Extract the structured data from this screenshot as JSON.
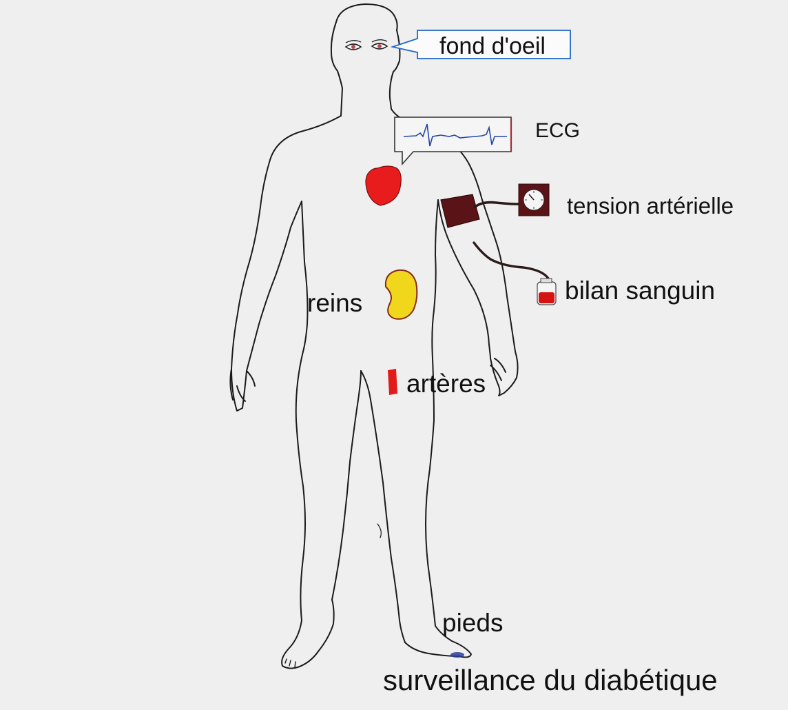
{
  "labels": {
    "eye_exam": "fond d'oeil",
    "ecg": "ECG",
    "blood_pressure": "tension artérielle",
    "blood_test": "bilan sanguin",
    "kidneys": "reins",
    "arteries": "artères",
    "feet": "pieds"
  },
  "title": "surveillance du diabétique",
  "colors": {
    "background": "#efefef",
    "outline": "#1a1a1a",
    "heart": "#e81c1c",
    "kidney": "#f1d71c",
    "artery": "#e21a1a",
    "cuff": "#5a1418",
    "eye_callout": "#1f66c9",
    "ecg_trace": "#2345a8",
    "toe_mark": "#2a3d9a"
  },
  "icons": [
    "eyes-icon",
    "ecg-monitor-icon",
    "heart-icon",
    "blood-pressure-cuff-icon",
    "manometer-icon",
    "blood-vial-icon",
    "kidney-icon",
    "artery-icon"
  ]
}
